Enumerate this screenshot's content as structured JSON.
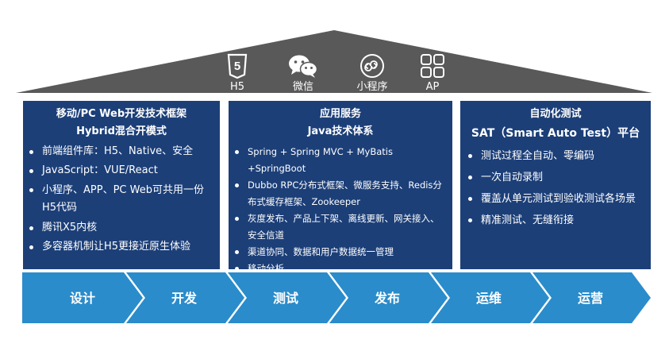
{
  "roof_icons": [
    {
      "icon": "h5-badge-icon",
      "glyph": "5",
      "label": "H5"
    },
    {
      "icon": "wechat-icon",
      "label": "微信"
    },
    {
      "icon": "mini-program-icon",
      "label": "小程序"
    },
    {
      "icon": "app-grid-icon",
      "label": "AP"
    }
  ],
  "panels": {
    "mobile": {
      "title_1": "移动/PC Web开发技术框架",
      "title_2": "Hybrid混合开模式",
      "items": [
        "前端组件库：H5、Native、安全",
        "JavaScript：VUE/React",
        "小程序、APP、PC Web可共用一份H5代码",
        "腾讯X5内核",
        "多容器机制让H5更接近原生体验"
      ]
    },
    "app_service": {
      "title_1": "应用服务",
      "title_2": "Java技术体系",
      "items": [
        "Spring + Spring MVC + MyBatis +SpringBoot",
        "Dubbo RPC分布式框架、微服务支持、Redis分布式缓存框架、Zookeeper",
        "灰度发布、产品上下架、离线更新、网关接入、安全信道",
        "渠道协同、数据和用户数据统一管理",
        "移动分析"
      ]
    },
    "auto_test": {
      "title_1": "自动化测试",
      "title_2": "SAT（Smart Auto Test）平台",
      "items": [
        "测试过程全自动、零编码",
        "一次自动录制",
        "覆盖从单元测试到验收测试各场景",
        "精准测试、无缝衔接"
      ]
    }
  },
  "flow_steps": [
    "设计",
    "开发",
    "测试",
    "发布",
    "运维",
    "运营"
  ],
  "colors": {
    "roof": "#595959",
    "panel": "#1c3f78",
    "flow_blue": "#2a8ccb",
    "text": "#ffffff"
  }
}
